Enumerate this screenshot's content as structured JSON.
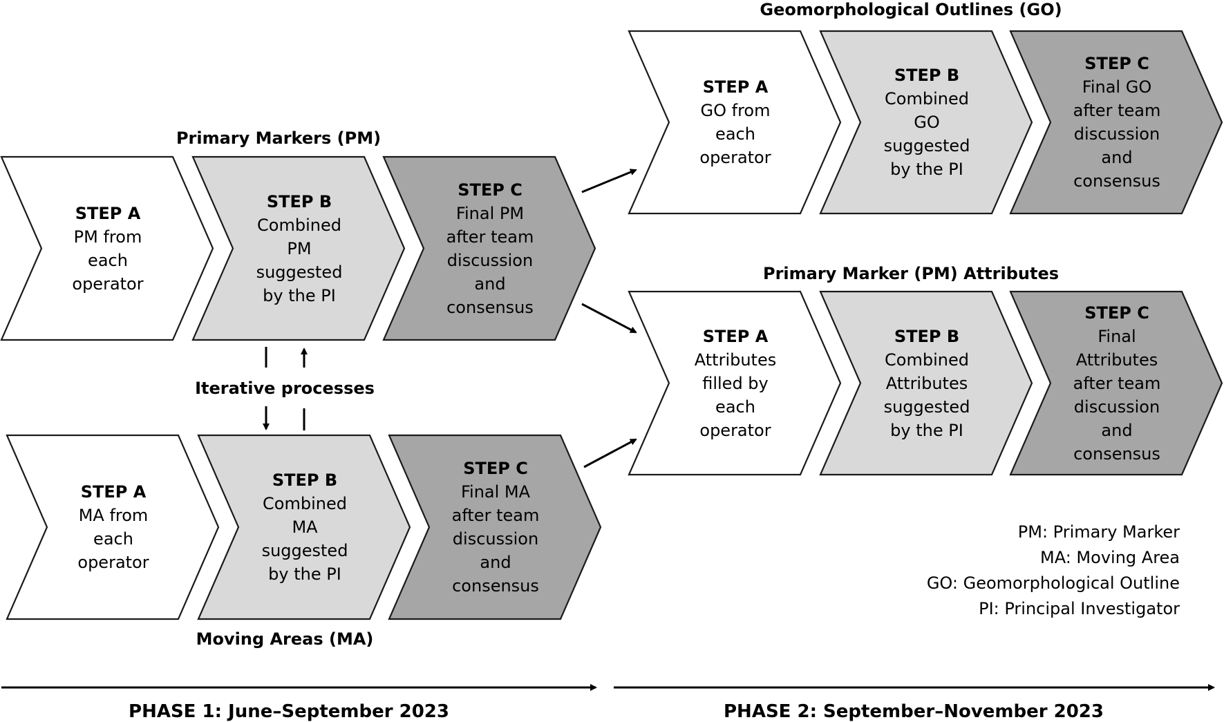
{
  "colors": {
    "step_a": "#ffffff",
    "step_b": "#d9d9d9",
    "step_c": "#a6a6a6",
    "stroke": "#1a1a1a"
  },
  "groups": {
    "pm": {
      "title": "Primary Markers (PM)",
      "steps": [
        {
          "head": "STEP A",
          "body": "PM from\neach\noperator"
        },
        {
          "head": "STEP B",
          "body": "Combined\nPM\nsuggested\nby the PI"
        },
        {
          "head": "STEP C",
          "body": "Final PM\nafter team\ndiscussion\nand\nconsensus"
        }
      ]
    },
    "ma": {
      "title": "Moving Areas (MA)",
      "steps": [
        {
          "head": "STEP A",
          "body": "MA from\neach\noperator"
        },
        {
          "head": "STEP B",
          "body": "Combined\nMA\nsuggested\nby the PI"
        },
        {
          "head": "STEP C",
          "body": "Final MA\nafter team\ndiscussion\nand\nconsensus"
        }
      ]
    },
    "go": {
      "title": "Geomorphological Outlines (GO)",
      "steps": [
        {
          "head": "STEP A",
          "body": "GO from\neach\noperator"
        },
        {
          "head": "STEP B",
          "body": "Combined\nGO\nsuggested\nby the PI"
        },
        {
          "head": "STEP C",
          "body": "Final GO\nafter team\ndiscussion\nand\nconsensus"
        }
      ]
    },
    "attr": {
      "title": "Primary Marker (PM) Attributes",
      "steps": [
        {
          "head": "STEP A",
          "body": "Attributes\nfilled by\neach\noperator"
        },
        {
          "head": "STEP B",
          "body": "Combined\nAttributes\nsuggested\nby the PI"
        },
        {
          "head": "STEP C",
          "body": "Final\nAttributes\nafter team\ndiscussion\nand\nconsensus"
        }
      ]
    }
  },
  "iterative_label": "Iterative processes",
  "phases": {
    "phase1": "PHASE 1: June–September 2023",
    "phase2": "PHASE 2: September–November 2023"
  },
  "legend": [
    "PM: Primary Marker",
    "MA: Moving Area",
    "GO: Geomorphological Outline",
    "PI: Principal Investigator"
  ]
}
